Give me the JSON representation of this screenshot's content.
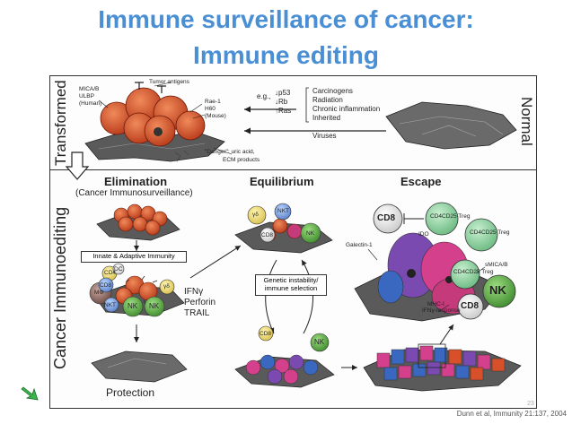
{
  "title": {
    "line1": "Immune surveillance of cancer:",
    "line2": "Immune editing"
  },
  "side_labels": {
    "transformed": "Transformed",
    "cancer_immunoediting": "Cancer Immunoediting",
    "normal": "Normal"
  },
  "top": {
    "tumor_antigens": "Tumor antigens",
    "ligands_human": [
      "MICA/B",
      "ULBP",
      "(Human)"
    ],
    "ligands_mouse": [
      "Rae-1",
      "H60",
      "(Mouse)"
    ],
    "danger": [
      "\"Danger\": uric acid,",
      "ECM products"
    ],
    "eg": "e.g.,",
    "genes": [
      "↓p53",
      "↓Rb",
      "↑Ras"
    ],
    "causes": [
      "Carcinogens",
      "Radiation",
      "Chronic inflammation",
      "Inherited"
    ],
    "viruses": "Viruses"
  },
  "phases": {
    "elimination": "Elimination",
    "elimination_sub": "(Cancer Immunosurveillance)",
    "equilibrium": "Equilibrium",
    "escape": "Escape"
  },
  "elimination": {
    "immunity_box": "Innate & Adaptive Immunity",
    "mediators": [
      "IFNγ",
      "Perforin",
      "TRAIL"
    ],
    "cells": [
      "CD4",
      "CD8",
      "MΦ",
      "NKT",
      "NK",
      "NK",
      "γδ",
      "DC"
    ],
    "protection": "Protection"
  },
  "equilibrium": {
    "cells": [
      "γδ",
      "NKT",
      "CD8",
      "NK"
    ],
    "box": [
      "Genetic instability/",
      "immune selection"
    ],
    "bottom_cells": [
      "CD8",
      "NK"
    ]
  },
  "escape": {
    "cd8": "CD8",
    "treg1": "CD4CD25 Treg",
    "treg2": "CD4CD25 Treg",
    "treg3": "CD4CD25 Treg",
    "galectin": "Galectin-1",
    "ido": "IDO",
    "smica": "sMICA/B",
    "mhc": [
      "MHC-I",
      "IFNγ-response"
    ],
    "nk": "NK",
    "cd8_2": "CD8"
  },
  "citation": "Dunn et al, Immunity 21:137, 2004",
  "page_number": "23",
  "colors": {
    "title": "#4a8fd3",
    "tumor": "#d8502a",
    "nk": "#5daa4a",
    "cd8": "#e8e8e8",
    "treg": "#8fd0a0",
    "pink": "#d4408c",
    "blue": "#3a68c0",
    "purple": "#7a4ab0"
  }
}
